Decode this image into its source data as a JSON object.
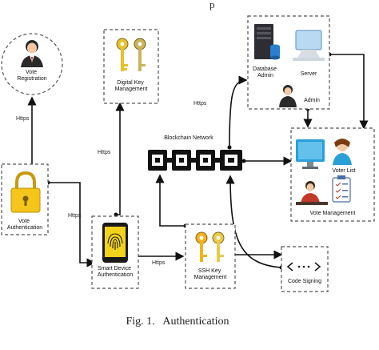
{
  "top_fragment": "p",
  "nodes": {
    "vote_registration": "Vote\nRegistration",
    "digital_key_management": "Digital Key\nManagement",
    "vote_authentication": "Vote\nAuthentication",
    "smart_device_authentication": "Smart Device\nAuthentication",
    "ssh_key_management": "SSH Key\nManagement",
    "code_signing": "Code Signing",
    "blockchain_network": "Blockchain Network",
    "database_admin": "Database\nAdmin",
    "server": "Server",
    "admin": "Admin",
    "voter_list": "Voter List",
    "vote_management": "Vote Management"
  },
  "edge_labels": {
    "reg_auth": "Https",
    "dkm_smart": "Https",
    "auth_smart": "Https",
    "smart_ssh": "Https",
    "dkm_admin": "Https"
  },
  "caption": "Fig. 1.   Authentication"
}
